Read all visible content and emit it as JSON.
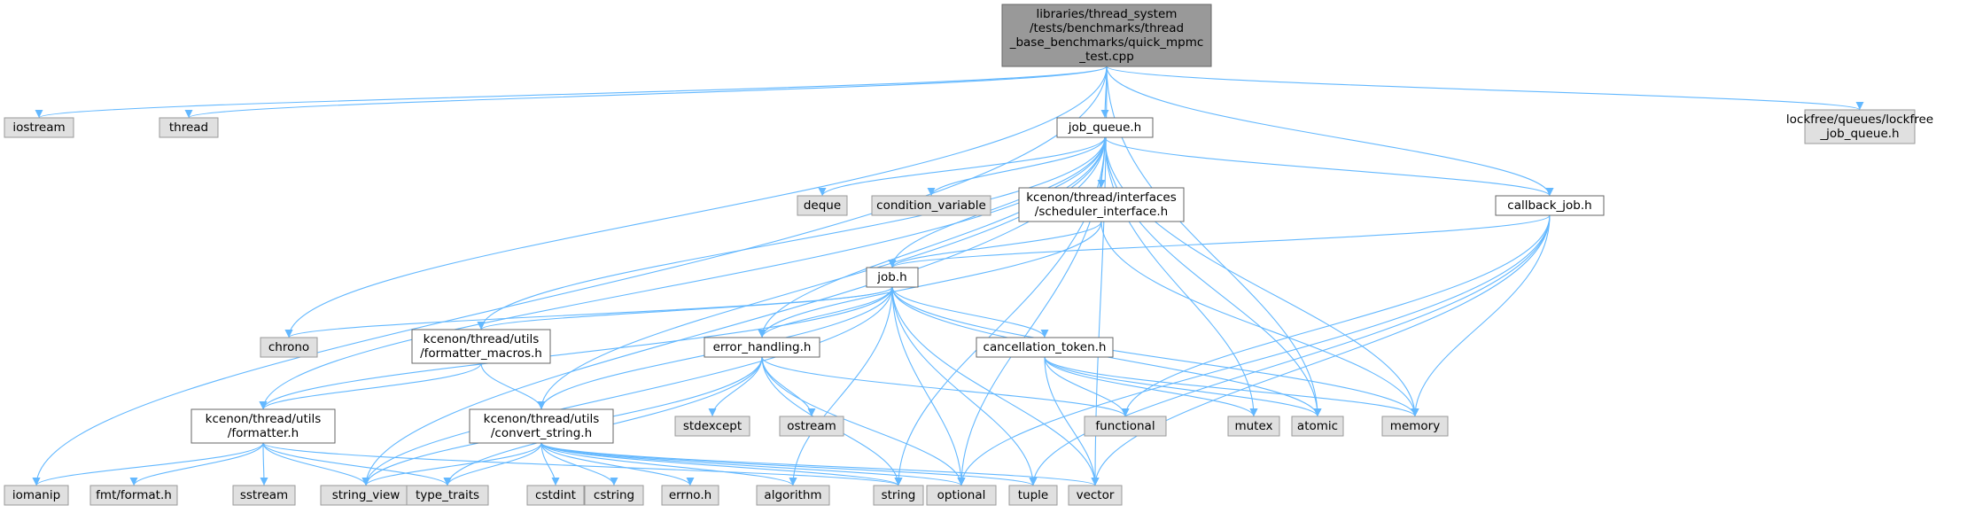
{
  "colors": {
    "edge": "#63b8ff",
    "root_fill": "#999999",
    "root_stroke": "#666666",
    "doc_fill": "#ffffff",
    "doc_stroke": "#666666",
    "ext_fill": "#e0e0e0",
    "ext_stroke": "#999999"
  },
  "nodes": [
    {
      "id": "root",
      "kind": "root",
      "lines": [
        "libraries/thread_system",
        "/tests/benchmarks/thread",
        "_base_benchmarks/quick_mpmc",
        "_test.cpp"
      ]
    },
    {
      "id": "iostream",
      "kind": "ext",
      "lines": [
        "iostream"
      ]
    },
    {
      "id": "thread",
      "kind": "ext",
      "lines": [
        "thread"
      ]
    },
    {
      "id": "job_queue_h",
      "kind": "doc",
      "lines": [
        "job_queue.h"
      ]
    },
    {
      "id": "lockfree_h",
      "kind": "ext",
      "lines": [
        "lockfree/queues/lockfree",
        "_job_queue.h"
      ]
    },
    {
      "id": "deque",
      "kind": "ext",
      "lines": [
        "deque"
      ]
    },
    {
      "id": "condition_variable",
      "kind": "ext",
      "lines": [
        "condition_variable"
      ]
    },
    {
      "id": "scheduler_interface_h",
      "kind": "doc",
      "lines": [
        "kcenon/thread/interfaces",
        "/scheduler_interface.h"
      ]
    },
    {
      "id": "callback_job_h",
      "kind": "doc",
      "lines": [
        "callback_job.h"
      ]
    },
    {
      "id": "job_h",
      "kind": "doc",
      "lines": [
        "job.h"
      ]
    },
    {
      "id": "chrono",
      "kind": "ext",
      "lines": [
        "chrono"
      ]
    },
    {
      "id": "formatter_macros_h",
      "kind": "doc",
      "lines": [
        "kcenon/thread/utils",
        "/formatter_macros.h"
      ]
    },
    {
      "id": "error_handling_h",
      "kind": "doc",
      "lines": [
        "error_handling.h"
      ]
    },
    {
      "id": "cancellation_token_h",
      "kind": "doc",
      "lines": [
        "cancellation_token.h"
      ]
    },
    {
      "id": "formatter_h",
      "kind": "doc",
      "lines": [
        "kcenon/thread/utils",
        "/formatter.h"
      ]
    },
    {
      "id": "convert_string_h",
      "kind": "doc",
      "lines": [
        "kcenon/thread/utils",
        "/convert_string.h"
      ]
    },
    {
      "id": "stdexcept",
      "kind": "ext",
      "lines": [
        "stdexcept"
      ]
    },
    {
      "id": "ostream",
      "kind": "ext",
      "lines": [
        "ostream"
      ]
    },
    {
      "id": "functional",
      "kind": "ext",
      "lines": [
        "functional"
      ]
    },
    {
      "id": "mutex",
      "kind": "ext",
      "lines": [
        "mutex"
      ]
    },
    {
      "id": "atomic",
      "kind": "ext",
      "lines": [
        "atomic"
      ]
    },
    {
      "id": "memory",
      "kind": "ext",
      "lines": [
        "memory"
      ]
    },
    {
      "id": "iomanip",
      "kind": "ext",
      "lines": [
        "iomanip"
      ]
    },
    {
      "id": "fmt_format_h",
      "kind": "ext",
      "lines": [
        "fmt/format.h"
      ]
    },
    {
      "id": "sstream",
      "kind": "ext",
      "lines": [
        "sstream"
      ]
    },
    {
      "id": "string_view",
      "kind": "ext",
      "lines": [
        "string_view"
      ]
    },
    {
      "id": "type_traits",
      "kind": "ext",
      "lines": [
        "type_traits"
      ]
    },
    {
      "id": "cstdint",
      "kind": "ext",
      "lines": [
        "cstdint"
      ]
    },
    {
      "id": "cstring",
      "kind": "ext",
      "lines": [
        "cstring"
      ]
    },
    {
      "id": "errno_h",
      "kind": "ext",
      "lines": [
        "errno.h"
      ]
    },
    {
      "id": "algorithm",
      "kind": "ext",
      "lines": [
        "algorithm"
      ]
    },
    {
      "id": "string",
      "kind": "ext",
      "lines": [
        "string"
      ]
    },
    {
      "id": "optional",
      "kind": "ext",
      "lines": [
        "optional"
      ]
    },
    {
      "id": "tuple",
      "kind": "ext",
      "lines": [
        "tuple"
      ]
    },
    {
      "id": "vector",
      "kind": "ext",
      "lines": [
        "vector"
      ]
    }
  ],
  "edges": [
    [
      "root",
      "iostream"
    ],
    [
      "root",
      "thread"
    ],
    [
      "root",
      "iomanip"
    ],
    [
      "root",
      "chrono"
    ],
    [
      "root",
      "job_queue_h"
    ],
    [
      "root",
      "atomic"
    ],
    [
      "root",
      "callback_job_h"
    ],
    [
      "root",
      "vector"
    ],
    [
      "root",
      "lockfree_h"
    ],
    [
      "job_queue_h",
      "deque"
    ],
    [
      "job_queue_h",
      "condition_variable"
    ],
    [
      "job_queue_h",
      "scheduler_interface_h"
    ],
    [
      "job_queue_h",
      "callback_job_h"
    ],
    [
      "job_queue_h",
      "job_h"
    ],
    [
      "job_queue_h",
      "formatter_macros_h"
    ],
    [
      "job_queue_h",
      "error_handling_h"
    ],
    [
      "job_queue_h",
      "formatter_h"
    ],
    [
      "job_queue_h",
      "convert_string_h"
    ],
    [
      "job_queue_h",
      "string_view"
    ],
    [
      "job_queue_h",
      "mutex"
    ],
    [
      "job_queue_h",
      "atomic"
    ],
    [
      "job_queue_h",
      "memory"
    ],
    [
      "job_queue_h",
      "optional"
    ],
    [
      "job_queue_h",
      "string"
    ],
    [
      "scheduler_interface_h",
      "job_h"
    ],
    [
      "scheduler_interface_h",
      "error_handling_h"
    ],
    [
      "scheduler_interface_h",
      "memory"
    ],
    [
      "callback_job_h",
      "job_h"
    ],
    [
      "callback_job_h",
      "functional"
    ],
    [
      "callback_job_h",
      "memory"
    ],
    [
      "callback_job_h",
      "optional"
    ],
    [
      "callback_job_h",
      "vector"
    ],
    [
      "callback_job_h",
      "tuple"
    ],
    [
      "job_h",
      "chrono"
    ],
    [
      "job_h",
      "formatter_macros_h"
    ],
    [
      "job_h",
      "error_handling_h"
    ],
    [
      "job_h",
      "cancellation_token_h"
    ],
    [
      "job_h",
      "formatter_h"
    ],
    [
      "job_h",
      "convert_string_h"
    ],
    [
      "job_h",
      "string_view"
    ],
    [
      "job_h",
      "algorithm"
    ],
    [
      "job_h",
      "optional"
    ],
    [
      "job_h",
      "tuple"
    ],
    [
      "job_h",
      "vector"
    ],
    [
      "job_h",
      "memory"
    ],
    [
      "job_h",
      "atomic"
    ],
    [
      "formatter_macros_h",
      "formatter_h"
    ],
    [
      "formatter_macros_h",
      "convert_string_h"
    ],
    [
      "error_handling_h",
      "stdexcept"
    ],
    [
      "error_handling_h",
      "ostream"
    ],
    [
      "error_handling_h",
      "functional"
    ],
    [
      "error_handling_h",
      "string"
    ],
    [
      "error_handling_h",
      "optional"
    ],
    [
      "error_handling_h",
      "string_view"
    ],
    [
      "error_handling_h",
      "type_traits"
    ],
    [
      "cancellation_token_h",
      "functional"
    ],
    [
      "cancellation_token_h",
      "mutex"
    ],
    [
      "cancellation_token_h",
      "atomic"
    ],
    [
      "cancellation_token_h",
      "memory"
    ],
    [
      "cancellation_token_h",
      "vector"
    ],
    [
      "formatter_h",
      "iomanip"
    ],
    [
      "formatter_h",
      "fmt_format_h"
    ],
    [
      "formatter_h",
      "sstream"
    ],
    [
      "formatter_h",
      "string_view"
    ],
    [
      "formatter_h",
      "type_traits"
    ],
    [
      "formatter_h",
      "string"
    ],
    [
      "convert_string_h",
      "cstdint"
    ],
    [
      "convert_string_h",
      "cstring"
    ],
    [
      "convert_string_h",
      "errno_h"
    ],
    [
      "convert_string_h",
      "algorithm"
    ],
    [
      "convert_string_h",
      "string"
    ],
    [
      "convert_string_h",
      "string_view"
    ],
    [
      "convert_string_h",
      "optional"
    ],
    [
      "convert_string_h",
      "tuple"
    ],
    [
      "convert_string_h",
      "vector"
    ],
    [
      "convert_string_h",
      "type_traits"
    ]
  ]
}
